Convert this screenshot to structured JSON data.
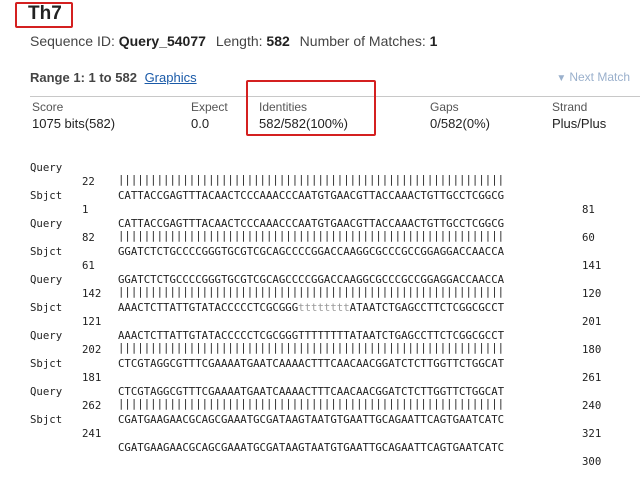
{
  "title": "Th7",
  "summary": {
    "seq_id_label": "Sequence ID:",
    "seq_id": "Query_54077",
    "length_label": "Length:",
    "length": "582",
    "matches_label": "Number of Matches:",
    "matches": "1"
  },
  "range": {
    "label": "Range 1: 1 to 582",
    "graphics_link": "Graphics",
    "next_match": "Next Match"
  },
  "stats": {
    "score_h": "Score",
    "score_v": "1075 bits(582)",
    "expect_h": "Expect",
    "expect_v": "0.0",
    "identities_h": "Identities",
    "identities_v": "582/582(100%)",
    "gaps_h": "Gaps",
    "gaps_v": "0/582(0%)",
    "strand_h": "Strand",
    "strand_v": "Plus/Plus"
  },
  "alignment": [
    {
      "q_label": "Query",
      "q_start": "22",
      "q_seq": "CATTACCGAGTTTACAACTCCCAAACCCAATGTGAACGTTACCAAACTGTTGCCTCGGCG",
      "q_end": "81",
      "match": "||||||||||||||||||||||||||||||||||||||||||||||||||||||||||||",
      "s_label": "Sbjct",
      "s_start": "1",
      "s_seq": "CATTACCGAGTTTACAACTCCCAAACCCAATGTGAACGTTACCAAACTGTTGCCTCGGCG",
      "s_end": "60"
    },
    {
      "q_label": "Query",
      "q_start": "82",
      "q_seq": "GGATCTCTGCCCCGGGTGCGTCGCAGCCCCGGACCAAGGCGCCCGCCGGAGGACCAACCA",
      "q_end": "141",
      "match": "||||||||||||||||||||||||||||||||||||||||||||||||||||||||||||",
      "s_label": "Sbjct",
      "s_start": "61",
      "s_seq": "GGATCTCTGCCCCGGGTGCGTCGCAGCCCCGGACCAAGGCGCCCGCCGGAGGACCAACCA",
      "s_end": "120"
    },
    {
      "q_label": "Query",
      "q_start": "142",
      "q_seq_a": "AAACTCTTATTGTATACCCCCTCGCGGG",
      "q_seq_lc": "tttttttt",
      "q_seq_b": "ATAATCTGAGCCTTCTCGGCGCCT",
      "q_end": "201",
      "match": "||||||||||||||||||||||||||||||||||||||||||||||||||||||||||||",
      "s_label": "Sbjct",
      "s_start": "121",
      "s_seq": "AAACTCTTATTGTATACCCCCTCGCGGGTTTTTTTTATAATCTGAGCCTTCTCGGCGCCT",
      "s_end": "180"
    },
    {
      "q_label": "Query",
      "q_start": "202",
      "q_seq": "CTCGTAGGCGTTTCGAAAATGAATCAAAACTTTCAACAACGGATCTCTTGGTTCTGGCAT",
      "q_end": "261",
      "match": "||||||||||||||||||||||||||||||||||||||||||||||||||||||||||||",
      "s_label": "Sbjct",
      "s_start": "181",
      "s_seq": "CTCGTAGGCGTTTCGAAAATGAATCAAAACTTTCAACAACGGATCTCTTGGTTCTGGCAT",
      "s_end": "240"
    },
    {
      "q_label": "Query",
      "q_start": "262",
      "q_seq": "CGATGAAGAACGCAGCGAAATGCGATAAGTAATGTGAATTGCAGAATTCAGTGAATCATC",
      "q_end": "321",
      "match": "||||||||||||||||||||||||||||||||||||||||||||||||||||||||||||",
      "s_label": "Sbjct",
      "s_start": "241",
      "s_seq": "CGATGAAGAACGCAGCGAAATGCGATAAGTAATGTGAATTGCAGAATTCAGTGAATCATC",
      "s_end": "300"
    }
  ]
}
